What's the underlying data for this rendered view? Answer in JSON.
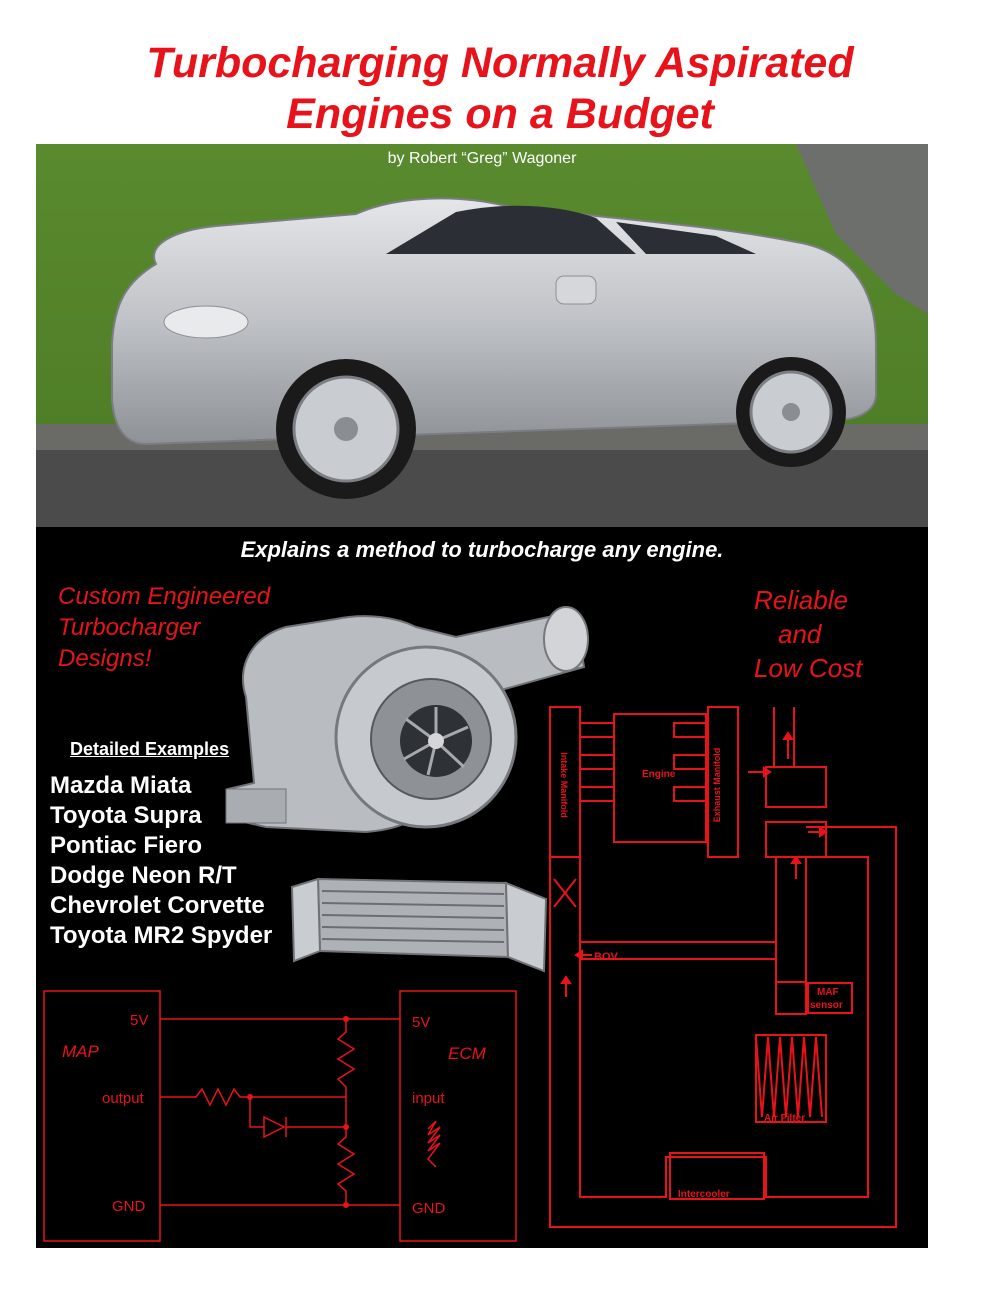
{
  "cover": {
    "title_line1": "Turbocharging Normally Aspirated",
    "title_line2": "Engines on a Budget",
    "byline": "by Robert “Greg” Wagoner",
    "subtitle": "Explains a method to turbocharge any engine.",
    "tagline_left": [
      "Custom Engineered",
      "Turbocharger",
      "Designs!"
    ],
    "tagline_right": [
      "Reliable",
      "and",
      "Low Cost"
    ],
    "examples_title": "Detailed Examples",
    "examples": [
      "Mazda Miata",
      "Toyota Supra",
      "Pontiac Fiero",
      "Dodge Neon R/T",
      "Chevrolet Corvette",
      "Toyota MR2 Spyder"
    ]
  },
  "circuit": {
    "map_label": "MAP",
    "ecm_label": "ECM",
    "map_5v": "5V",
    "map_output": "output",
    "map_gnd": "GND",
    "ecm_5v": "5V",
    "ecm_input": "input",
    "ecm_gnd": "GND"
  },
  "engine_diagram": {
    "intake_manifold": "Intake Manifold",
    "engine": "Engine",
    "exhaust_manifold": "Exhaust Manifold",
    "bov": "BOV",
    "maf_line1": "MAF",
    "maf_line2": "sensor",
    "air_filter": "Air Filter",
    "intercooler": "Intercooler"
  },
  "colors": {
    "title_red": "#e8131a",
    "panel_bg": "#000000",
    "diagram_red": "#e8131a",
    "car_silver": "#c8cacd"
  }
}
